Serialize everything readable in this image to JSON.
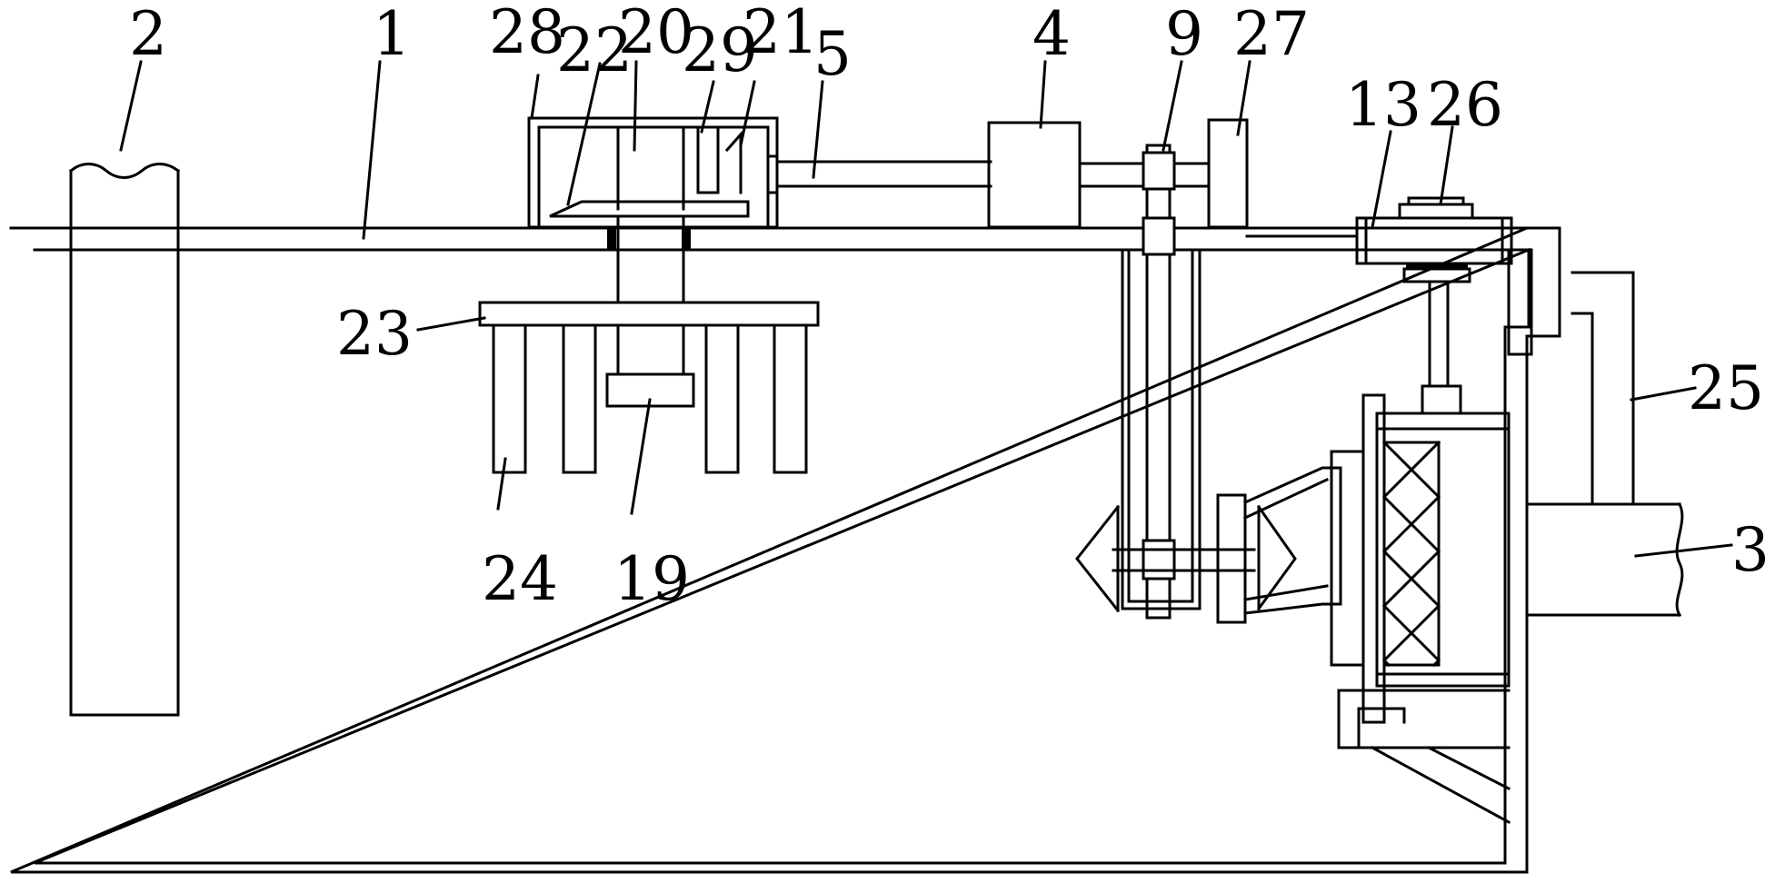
{
  "labels": {
    "n1": "1",
    "n2": "2",
    "n3": "3",
    "n4": "4",
    "n5": "5",
    "n9": "9",
    "n13": "13",
    "n19": "19",
    "n20": "20",
    "n21": "21",
    "n22": "22",
    "n23": "23",
    "n24": "24",
    "n25": "25",
    "n26": "26",
    "n27": "27",
    "n28": "28",
    "n29": "29"
  }
}
